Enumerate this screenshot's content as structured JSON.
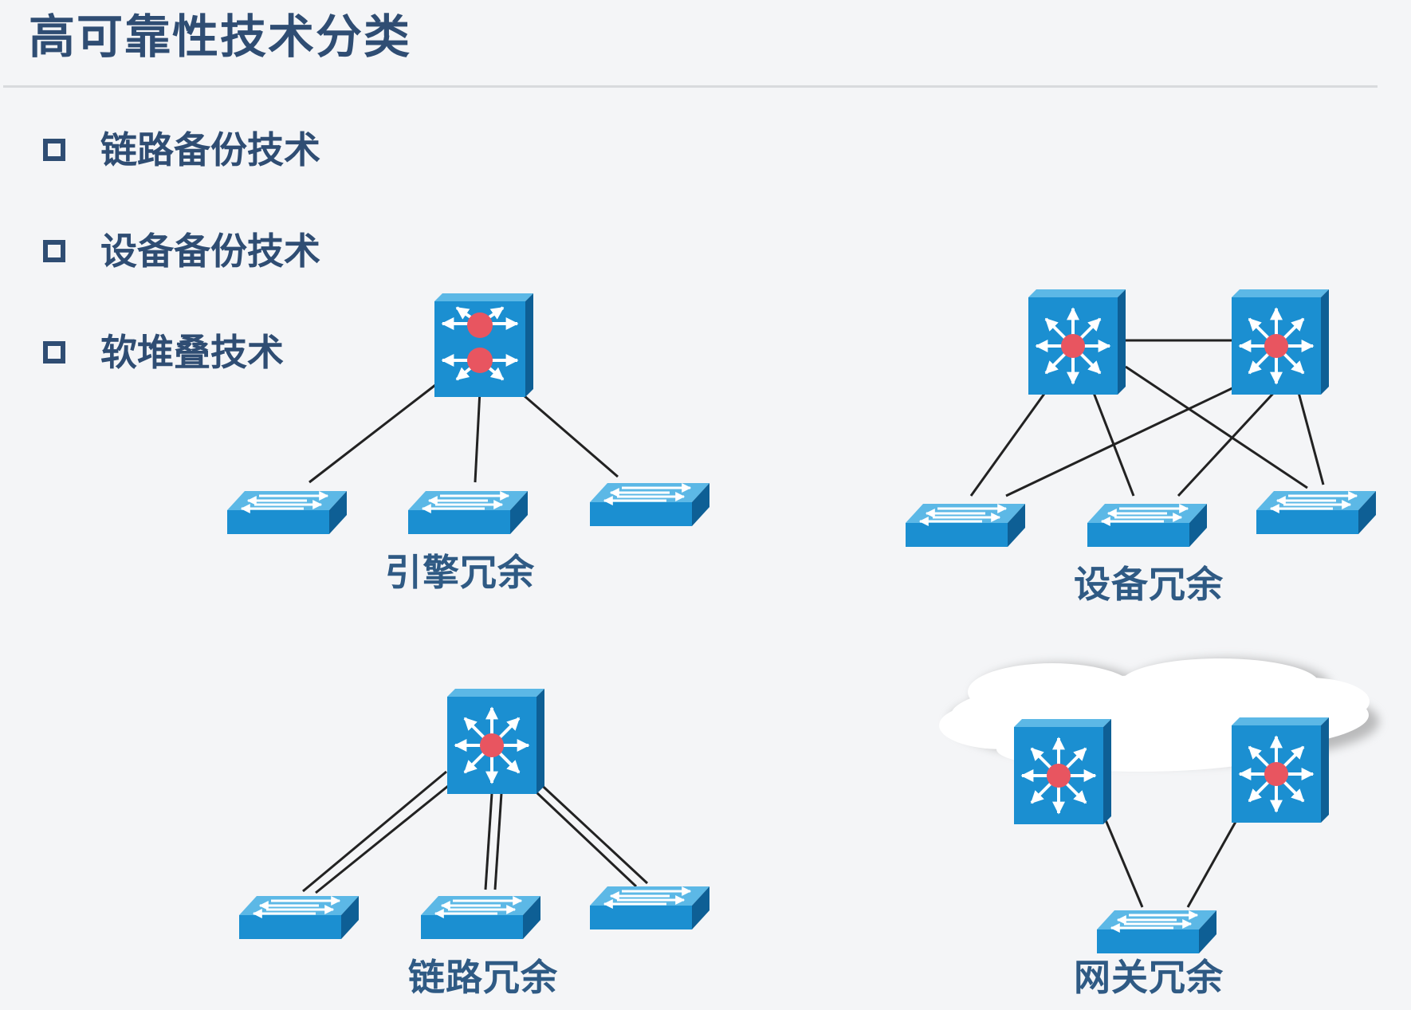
{
  "title": "高可靠性技术分类",
  "bullets": [
    {
      "label": "链路备份技术"
    },
    {
      "label": "设备备份技术"
    },
    {
      "label": "软堆叠技术"
    }
  ],
  "diagrams": {
    "engine": {
      "label": "引擎冗余"
    },
    "device": {
      "label": "设备冗余"
    },
    "link": {
      "label": "链路冗余"
    },
    "gateway": {
      "label": "网关冗余"
    }
  },
  "colors": {
    "title": "#2f4d73",
    "label": "#2f5a84",
    "switch_front": "#1b8fd1",
    "switch_top": "#5cb8e6",
    "switch_side": "#0e5f95",
    "core_dot": "#e85560",
    "link_line": "#222222",
    "cloud": "#ffffff"
  },
  "icons": {
    "core": "layer3-switch-icon",
    "access": "workgroup-switch-icon",
    "cloud": "cloud-icon"
  }
}
